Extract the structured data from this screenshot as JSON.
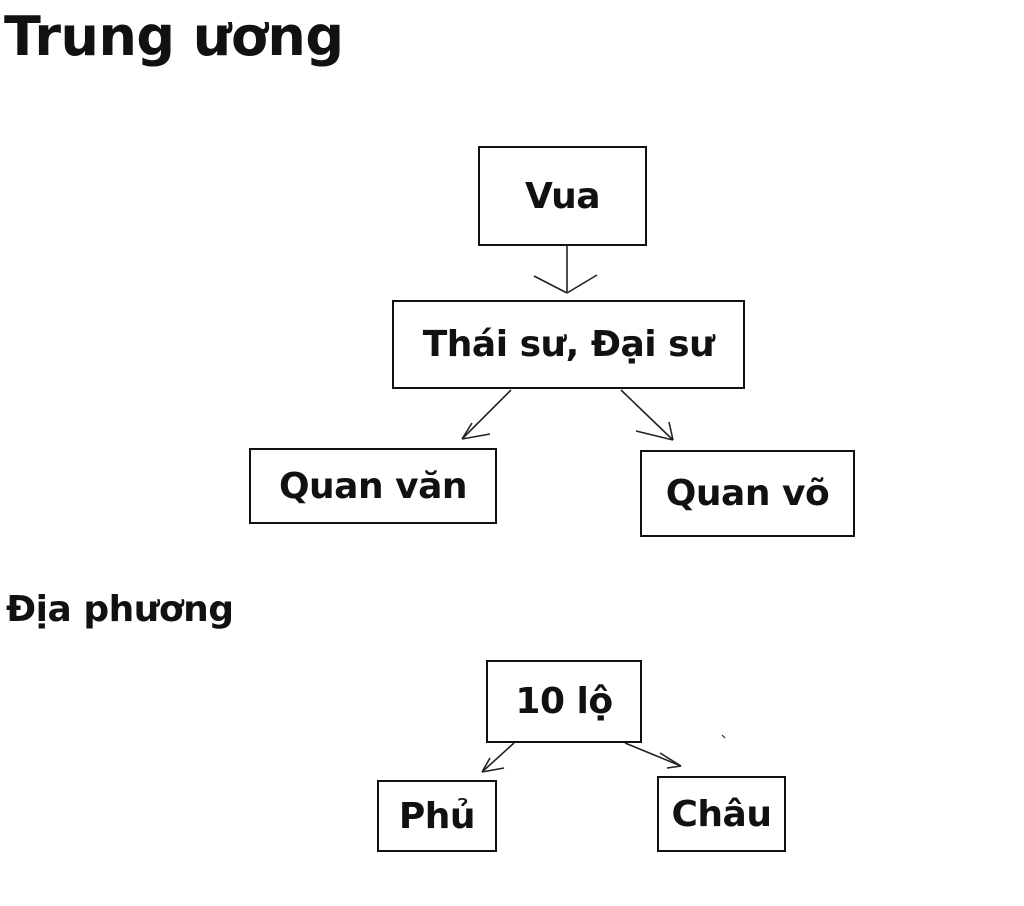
{
  "diagram": {
    "sections": {
      "central": "Trung ương",
      "local": "Địa phương"
    },
    "nodes": {
      "vua": "Vua",
      "thai_su": "Thái sư, Đại sư",
      "quan_van": "Quan văn",
      "quan_vo": "Quan võ",
      "muoi_lo": "10 lộ",
      "phu": "Phủ",
      "chau": "Châu"
    },
    "edges": [
      [
        "vua",
        "thai_su"
      ],
      [
        "thai_su",
        "quan_van"
      ],
      [
        "thai_su",
        "quan_vo"
      ],
      [
        "muoi_lo",
        "phu"
      ],
      [
        "muoi_lo",
        "chau"
      ]
    ]
  }
}
